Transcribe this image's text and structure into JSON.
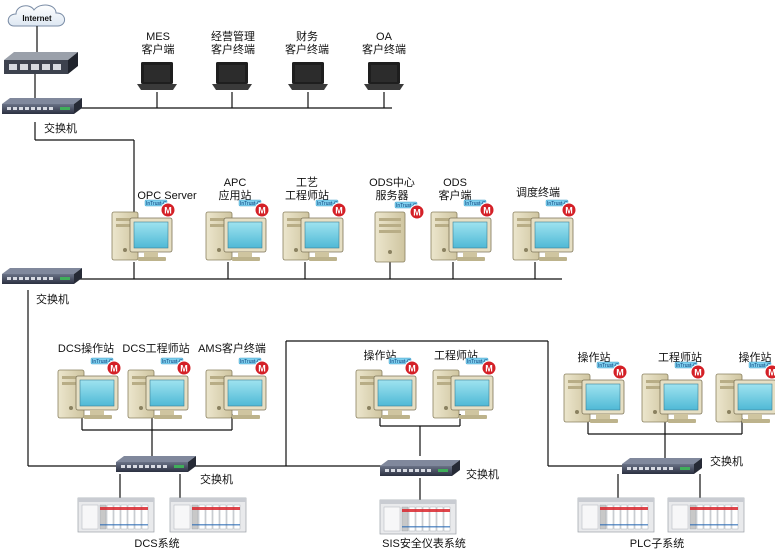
{
  "internet": "Internet",
  "switches": {
    "sw1": "交换机",
    "sw2": "交换机",
    "dcs": "交换机",
    "sis": "交换机",
    "plc": "交换机"
  },
  "laptops": [
    {
      "line1": "MES",
      "line2": "客户端"
    },
    {
      "line1": "经营管理",
      "line2": "客户终端"
    },
    {
      "line1": "财务",
      "line2": "客户终端"
    },
    {
      "line1": "OA",
      "line2": "客户终端"
    }
  ],
  "servers": [
    {
      "line1": "OPC Server",
      "line2": ""
    },
    {
      "line1": "APC",
      "line2": "应用站"
    },
    {
      "line1": "工艺",
      "line2": "工程师站"
    },
    {
      "line1": "ODS中心",
      "line2": "服务器"
    },
    {
      "line1": "ODS",
      "line2": "客户端"
    },
    {
      "line1": "调度终端",
      "line2": ""
    }
  ],
  "dcs_stations": [
    "DCS操作站",
    "DCS工程师站",
    "AMS客户终端"
  ],
  "sis_stations": [
    "操作站",
    "工程师站"
  ],
  "plc_stations": [
    "操作站",
    "工程师站",
    "操作站"
  ],
  "systems": {
    "dcs": "DCS系统",
    "sis": "SIS安全仪表系统",
    "plc": "PLC子系统"
  },
  "intrust_tag": "InTrust-C",
  "m_badge": "M"
}
